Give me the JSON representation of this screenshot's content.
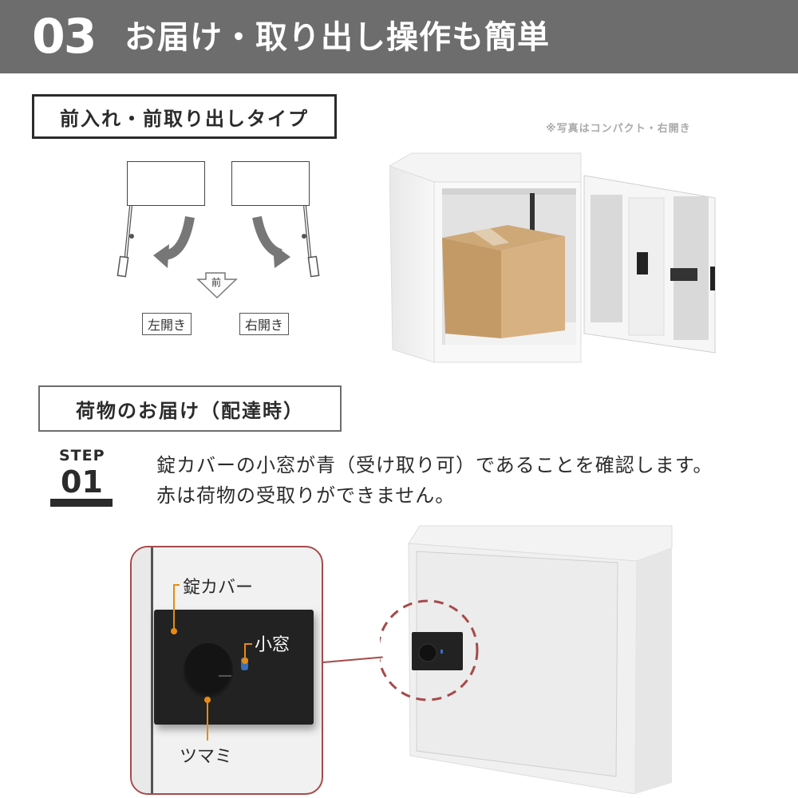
{
  "header": {
    "number": "03",
    "title": "お届け・取り出し操作も簡単"
  },
  "type_section": {
    "label": "前入れ・前取り出しタイプ",
    "photo_note": "※写真はコンパクト・右開き",
    "diagram": {
      "front_label": "前",
      "left_door_label": "左開き",
      "right_door_label": "右開き"
    }
  },
  "delivery_section": {
    "label": "荷物のお届け（配達時）",
    "step": {
      "word": "STEP",
      "number": "01",
      "line1": "錠カバーの小窓が青（受け取り可）であることを確認します。",
      "line2": "赤は荷物の受取りができません。"
    },
    "closeup": {
      "lock_cover_label": "錠カバー",
      "window_label": "小窓",
      "knob_label": "ツマミ"
    }
  },
  "colors": {
    "header_bg": "#6e6d6e",
    "text": "#2b2b2b",
    "callout_orange": "#e58c12",
    "frame_red": "#a64a4a",
    "window_blue": "#3a6fb8",
    "box_cardboard": "#c9a572"
  }
}
